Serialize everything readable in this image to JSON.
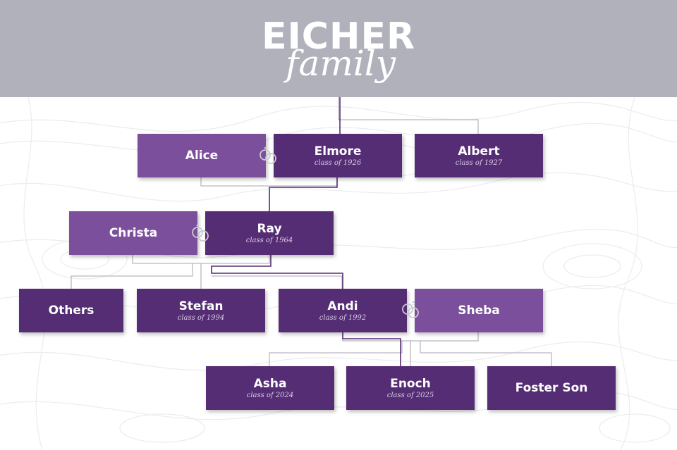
{
  "header": {
    "title": "EICHER",
    "subtitle": "family"
  },
  "colors": {
    "member": "#552d74",
    "spouse": "#7b4f9c",
    "header_bg": "#b0b1bb",
    "line": "#b8b8c0",
    "lineage": "#552d74"
  },
  "people": {
    "alice": {
      "name": "Alice",
      "class_year": ""
    },
    "elmore": {
      "name": "Elmore",
      "class_year": "class of 1926"
    },
    "albert": {
      "name": "Albert",
      "class_year": "class of 1927"
    },
    "christa": {
      "name": "Christa",
      "class_year": ""
    },
    "ray": {
      "name": "Ray",
      "class_year": "class of 1964"
    },
    "others": {
      "name": "Others",
      "class_year": ""
    },
    "stefan": {
      "name": "Stefan",
      "class_year": "class of 1994"
    },
    "andi": {
      "name": "Andi",
      "class_year": "class of 1992"
    },
    "sheba": {
      "name": "Sheba",
      "class_year": ""
    },
    "asha": {
      "name": "Asha",
      "class_year": "class of 2024"
    },
    "enoch": {
      "name": "Enoch",
      "class_year": "class of 2025"
    },
    "foster_son": {
      "name": "Foster Son",
      "class_year": ""
    }
  },
  "icons": {
    "marriage": "wedding-rings-icon"
  }
}
